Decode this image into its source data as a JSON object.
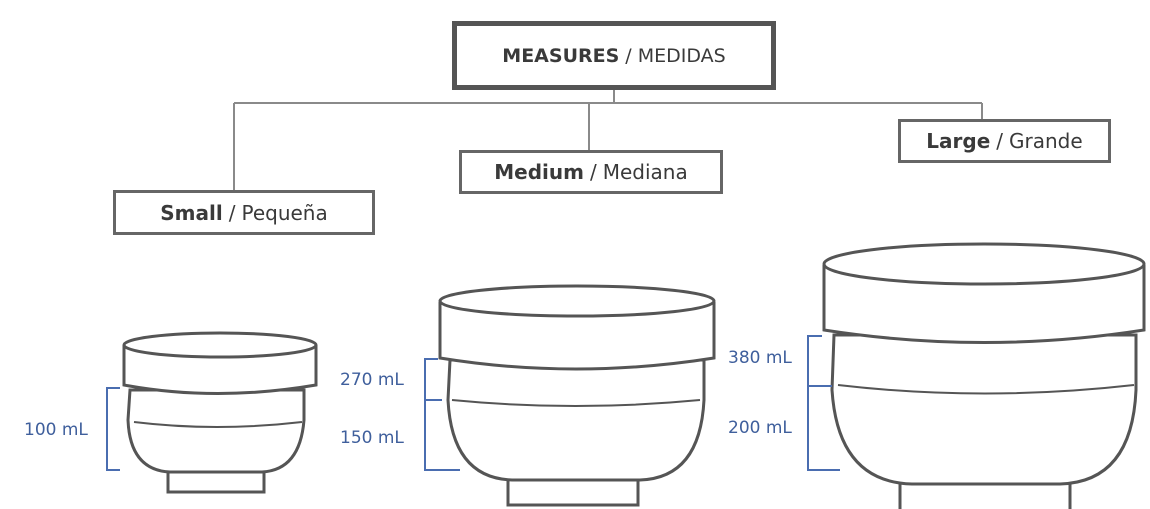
{
  "title": {
    "main": "MEASURES",
    "secondary": "MEDIDAS",
    "separator": "/"
  },
  "sizes": [
    {
      "main": "Small",
      "secondary": "Pequeña",
      "measures": [
        "100 mL"
      ]
    },
    {
      "main": "Medium",
      "secondary": "Mediana",
      "measures": [
        "270 mL",
        "150 mL"
      ]
    },
    {
      "main": "Large",
      "secondary": "Grande",
      "measures": [
        "380 mL",
        "200 mL"
      ]
    }
  ],
  "colors": {
    "outline": "#555555",
    "measure": "#3f5f9c",
    "bracket": "#4a6db0"
  }
}
